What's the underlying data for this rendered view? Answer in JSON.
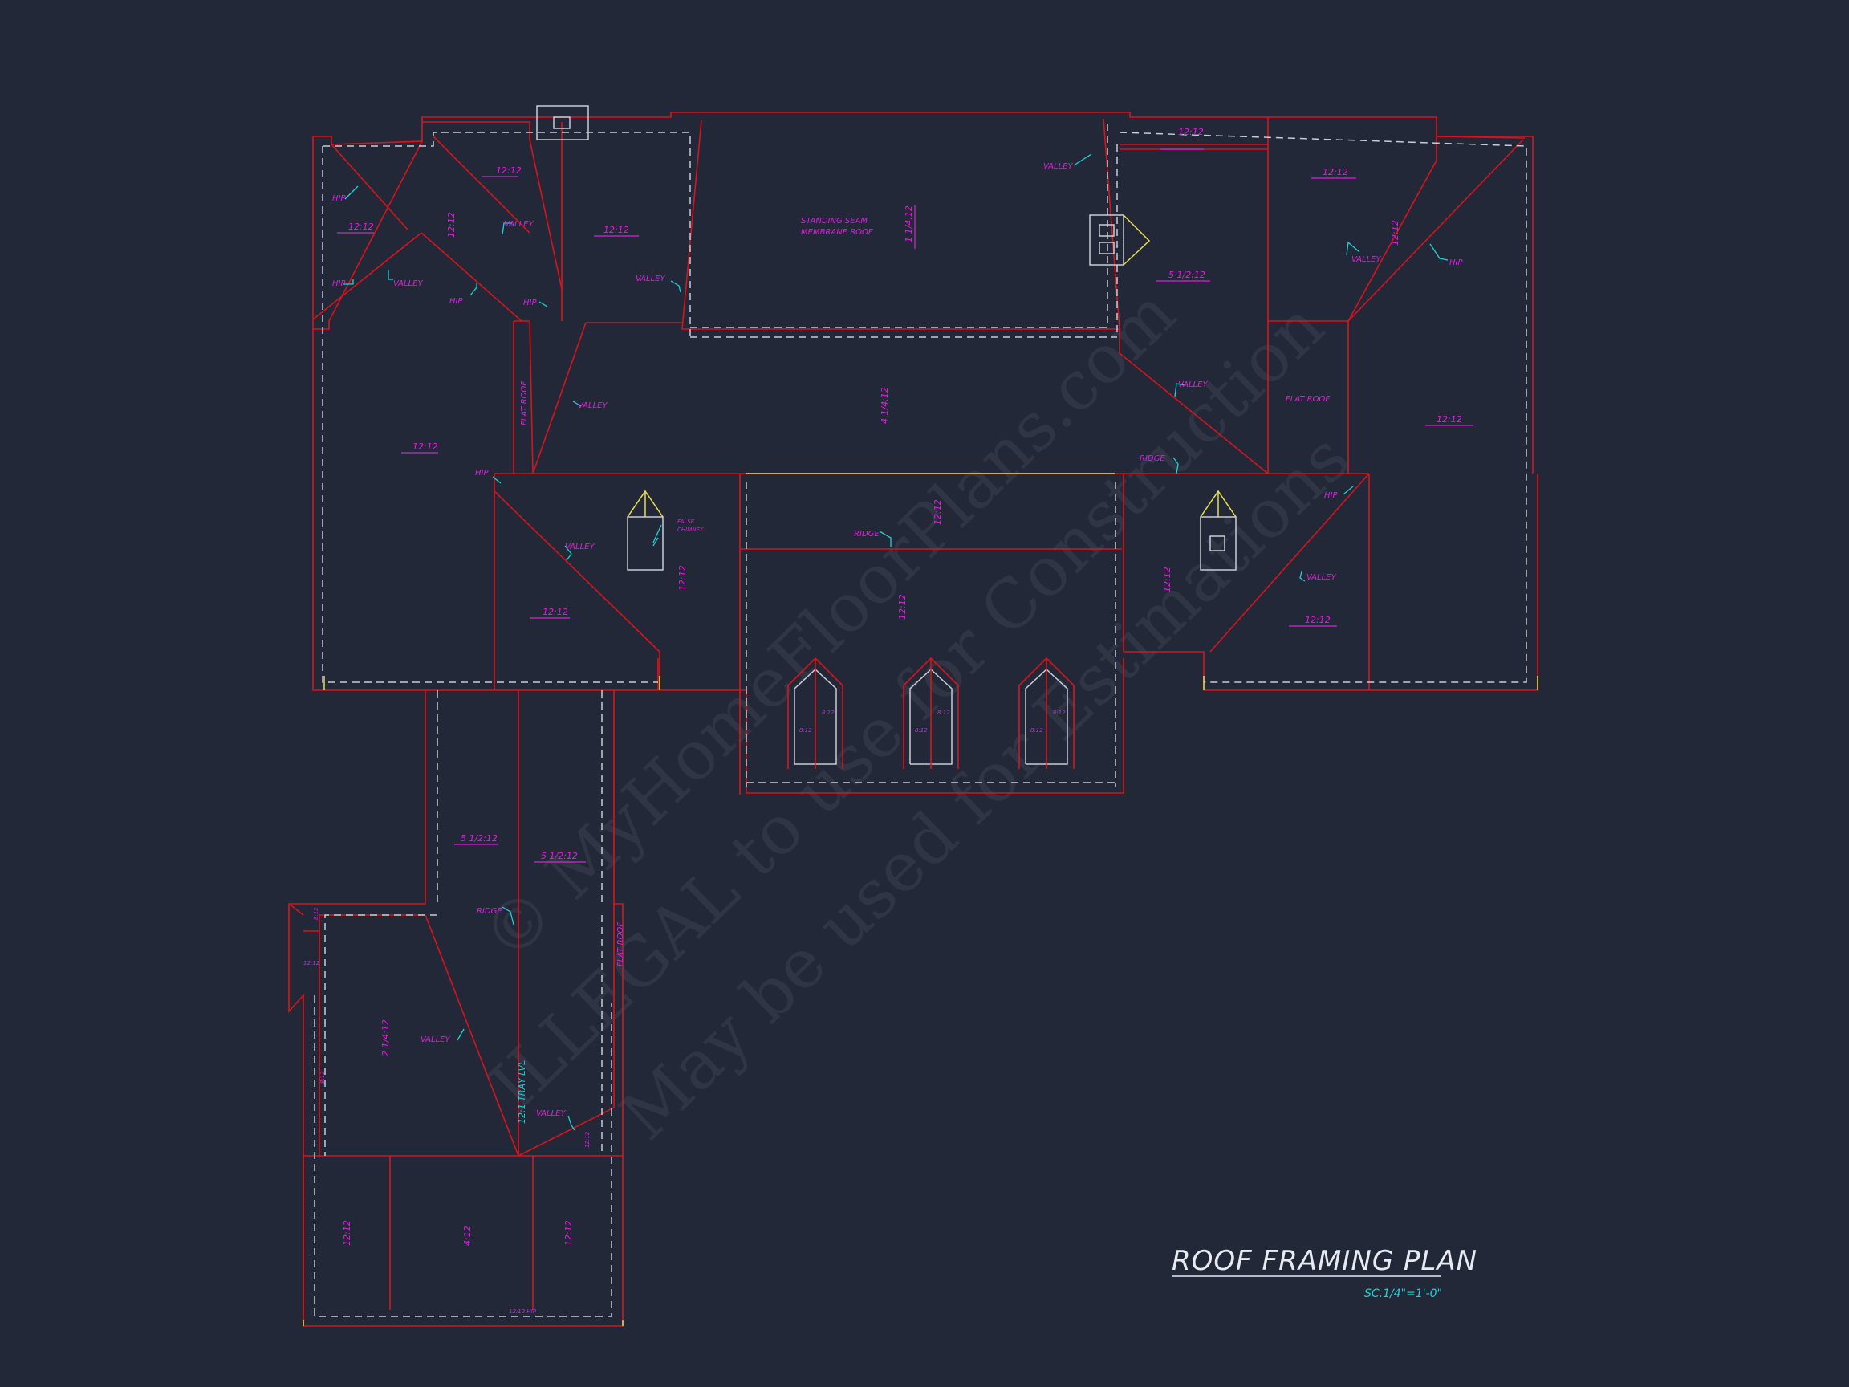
{
  "title": "ROOF FRAMING PLAN",
  "scale": "SC.1/4\"=1'-0\"",
  "watermark": [
    "© MyHomeFloorPlans.com",
    "ILLEGAL to use for Construction",
    "May be used for Estimations"
  ],
  "colors": {
    "background": "#232838",
    "roof_lines": "#d8141b",
    "wall_dashes": "#c9ccd6",
    "labels": "#e01ce0",
    "leaders": "#1fd2d6",
    "highlight": "#e6e04a"
  },
  "labels": {
    "p_top_left_a": "12:12",
    "p_top_left_b": "12:12",
    "p_top_left_c": "12:12",
    "p_top_left_d": "12:12",
    "p_mid_left": "12:12",
    "p_left_wing": "12:12",
    "p_flat_mem": "1 1/4:12",
    "p_center": "4 1/4:12",
    "p_top_right": "12:12",
    "p_right_small": "12:12",
    "p_right_side": "12:12",
    "p_right_tall": "12:12",
    "p_right_low": "12:12",
    "p_right_mid": "5 1/2:12",
    "p_center_upper": "12:12",
    "p_center_lower": "12:12",
    "p_left_low": "12:12",
    "p_left_low_b": "12:12",
    "p_right_low_b": "12:12",
    "p_corr_a": "5 1/2:12",
    "p_corr_b": "5 1/2:12",
    "p_garage_a": "2 1/4:12",
    "p_garage_b": "12:12",
    "p_garage_c": "4:12",
    "p_garage_d": "12:12",
    "p_garage_e": "12:12",
    "p_garage_f": "12:12",
    "p_garage_g": "8:12",
    "p_garage_h": "12:12",
    "p_garage_i": "8:12",
    "p_garage_bottom": "12:12 HIP",
    "standing_seam": "STANDING SEAM",
    "membrane_roof": "MEMBRANE ROOF",
    "flat_roof_left": "FLAT ROOF",
    "flat_roof_right": "FLAT ROOF",
    "flat_roof_garage": "FLAT ROOF",
    "false_chimney_a": "FALSE",
    "false_chimney_b": "CHIMNEY",
    "tray_lvl": "12:1 TRAY LVL",
    "valley": "VALLEY",
    "hip": "HIP",
    "ridge": "RIDGE",
    "dormer_a": "8:12",
    "dormer_b": "8:12"
  }
}
